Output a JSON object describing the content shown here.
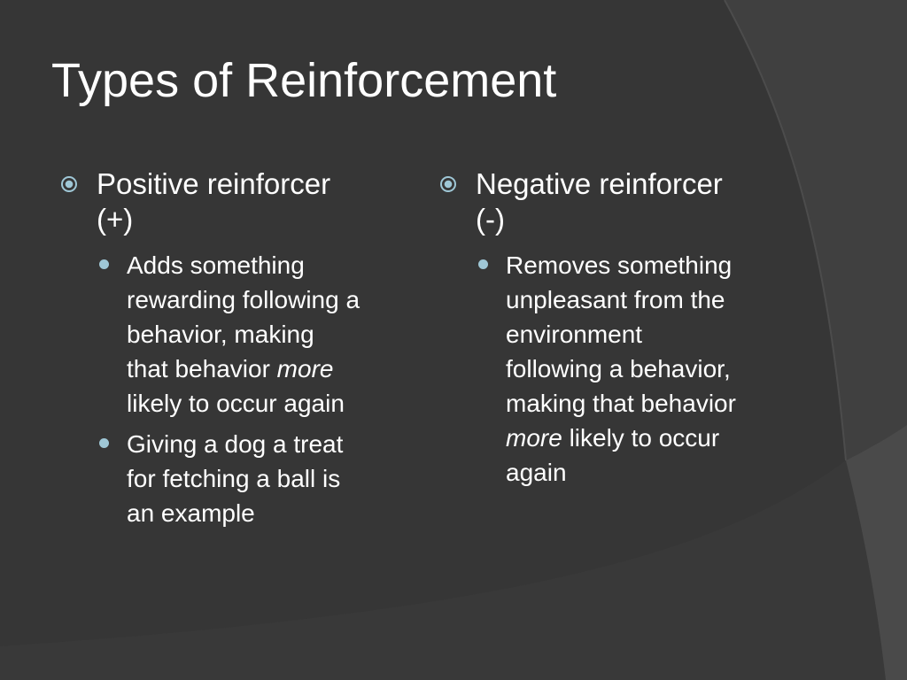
{
  "slide": {
    "title": "Types of Reinforcement",
    "colors": {
      "background": "#3a3a3a",
      "panel_dark": "#303030",
      "text": "#ffffff",
      "bullet_accent": "#9fc7d6"
    },
    "columns": [
      {
        "heading_lines": [
          "Positive reinforcer",
          "(+)"
        ],
        "bullet_icon": "circled-dot-icon",
        "items": [
          {
            "lines": [
              {
                "text": "Adds something"
              },
              {
                "text": "rewarding following a"
              },
              {
                "text": "behavior, making"
              },
              {
                "text": "that behavior ",
                "italic": "more"
              },
              {
                "text": "likely to occur again"
              }
            ]
          },
          {
            "lines": [
              {
                "text": "Giving a dog a treat"
              },
              {
                "text": "for fetching a ball is"
              },
              {
                "text": "an example"
              }
            ]
          }
        ]
      },
      {
        "heading_lines": [
          "Negative reinforcer",
          "(-)"
        ],
        "bullet_icon": "circled-dot-icon",
        "items": [
          {
            "lines": [
              {
                "text": "Removes something"
              },
              {
                "text": "unpleasant from the"
              },
              {
                "text": "environment"
              },
              {
                "text": "following a behavior,"
              },
              {
                "text": "making that behavior"
              },
              {
                "italic": "more",
                "after": " likely to occur"
              },
              {
                "text": "again"
              }
            ]
          }
        ]
      }
    ]
  }
}
